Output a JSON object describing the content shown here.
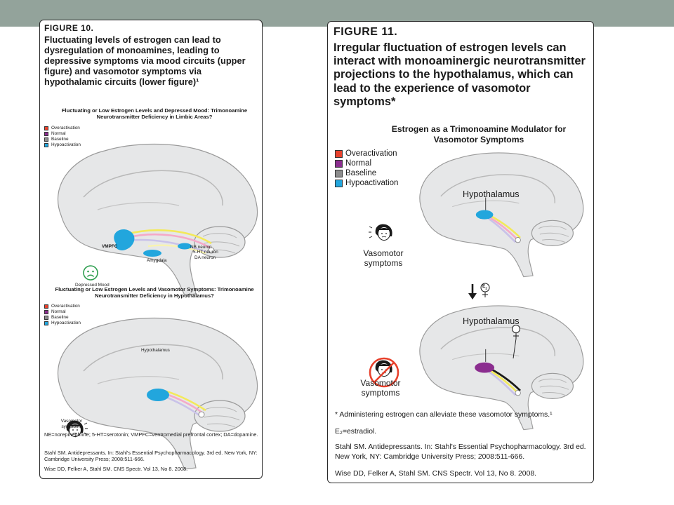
{
  "colors": {
    "overactivation": "#e8412c",
    "normal": "#8b2d8f",
    "baseline": "#8c8c8c",
    "hypoactivation": "#22a6dd",
    "topbar": "#93a39b"
  },
  "fig10": {
    "label": "FIGURE 10.",
    "caption": "Fluctuating levels of estrogen can lead to dysregulation of monoamines, leading to depressive symptoms via mood circuits (upper figure) and vasomotor symptoms via hypothalamic circuits (lower figure)¹",
    "upper": {
      "title": "Fluctuating or Low Estrogen Levels and Depressed Mood: Trimonoamine Neurotransmitter Deficiency in Limbic Areas?",
      "legend": [
        "Overactivation",
        "Normal",
        "Baseline",
        "Hypoactivation"
      ],
      "labels": {
        "vmpfc": "VMPFC",
        "amygdala": "Amygdala",
        "ne_neuron": "NE neuron",
        "ht_neuron": "5-HT neuron",
        "da_neuron": "DA neuron",
        "depressed_mood": "Depressed Mood"
      }
    },
    "lower": {
      "title": "Fluctuating or Low Estrogen Levels and Vasomotor Symptoms: Trimonoamine Neurotransmitter Deficiency in Hypothalamus?",
      "legend": [
        "Overactivation",
        "Normal",
        "Baseline",
        "Hypoactivation"
      ],
      "labels": {
        "hypothalamus": "Hypothalamus",
        "vasomotor": "Vasomotor symptoms"
      }
    },
    "abbrev": "NE=norepinephrine; 5-HT=serotonin; VMPFC=ventromedial prefrontal cortex; DA=dopamine.",
    "ref1": "Stahl SM. Antidepressants. In: Stahl's Essential Psychopharmacology. 3rd ed. New York, NY: Cambridge University Press; 2008:511-666.",
    "ref2": "Wise DD, Felker A, Stahl SM. CNS Spectr. Vol 13, No 8. 2008."
  },
  "fig11": {
    "label": "FIGURE 11.",
    "caption": "Irregular fluctuation of estrogen levels can interact with monoaminergic neurotransmitter projections to the hypothalamus, which can lead to the experience of vasomotor symptoms*",
    "title": "Estrogen as a Trimonoamine Modulator for Vasomotor Symptoms",
    "legend": [
      "Overactivation",
      "Normal",
      "Baseline",
      "Hypoactivation"
    ],
    "labels": {
      "hypothalamus_top": "Hypothalamus",
      "hypothalamus_bottom": "Hypothalamus",
      "vasomotor_top": "Vasomotor symptoms",
      "vasomotor_bottom": "Vasomotor symptoms",
      "e2": "E",
      "e2_sub": "2"
    },
    "footnote": "* Administering estrogen can alleviate these vasomotor symptoms.¹",
    "e2_def": "E₂=estradiol.",
    "ref1": "Stahl SM. Antidepressants. In: Stahl's Essential Psychopharmacology. 3rd ed. New York, NY: Cambridge University Press; 2008:511-666.",
    "ref2": "Wise DD, Felker A, Stahl SM. CNS Spectr. Vol 13, No 8. 2008."
  }
}
